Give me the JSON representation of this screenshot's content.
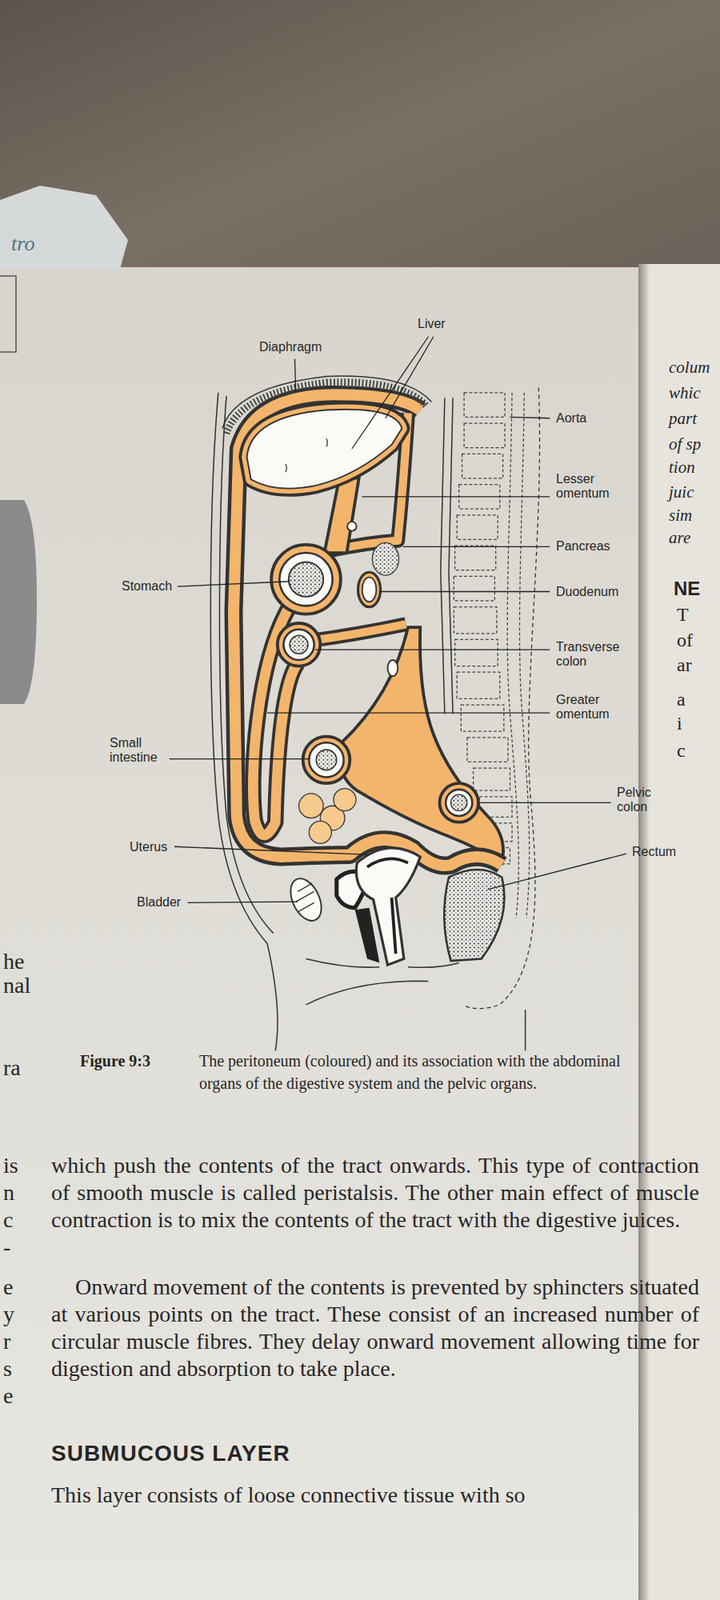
{
  "diagram": {
    "caption": "The peritoneum (coloured) and its association with the abdominal organs of the digestive system and the pelvic organs.",
    "labels": [
      "tro",
      "Diaphragm",
      "Liver",
      "Aorta",
      "Lesser omentum",
      "Pancreas",
      "Stomach",
      "Duodenum",
      "Transverse colon",
      "Greater omentum",
      "Small intestine",
      "Pelvic colon",
      "Uterus",
      "Rectum",
      "Bladder",
      "Figure 9:3",
      "which push the contents of the tract onwards. This type of contraction of smooth muscle is called peristalsis. The other main effect of muscle contraction is to mix the contents of the tract with the digestive juices.",
      "Onward movement of the contents is prevented by sphincters situated at various points on the tract. These consist of an increased number of circular muscle fibres. They delay onward movement allowing time for digestion and absorption to take place.",
      "SUBMUCOUS LAYER",
      "This layer consists of loose connective tissue with so",
      "he",
      "nal",
      "ra",
      "is",
      "n",
      "c",
      "-",
      "e",
      "y",
      "r",
      "s",
      "e",
      "colum",
      "whic",
      "part",
      "of sp",
      "tion",
      "juic",
      "sim",
      "are",
      "NE",
      "T",
      "of",
      "ar",
      "a",
      "i",
      "c"
    ]
  }
}
